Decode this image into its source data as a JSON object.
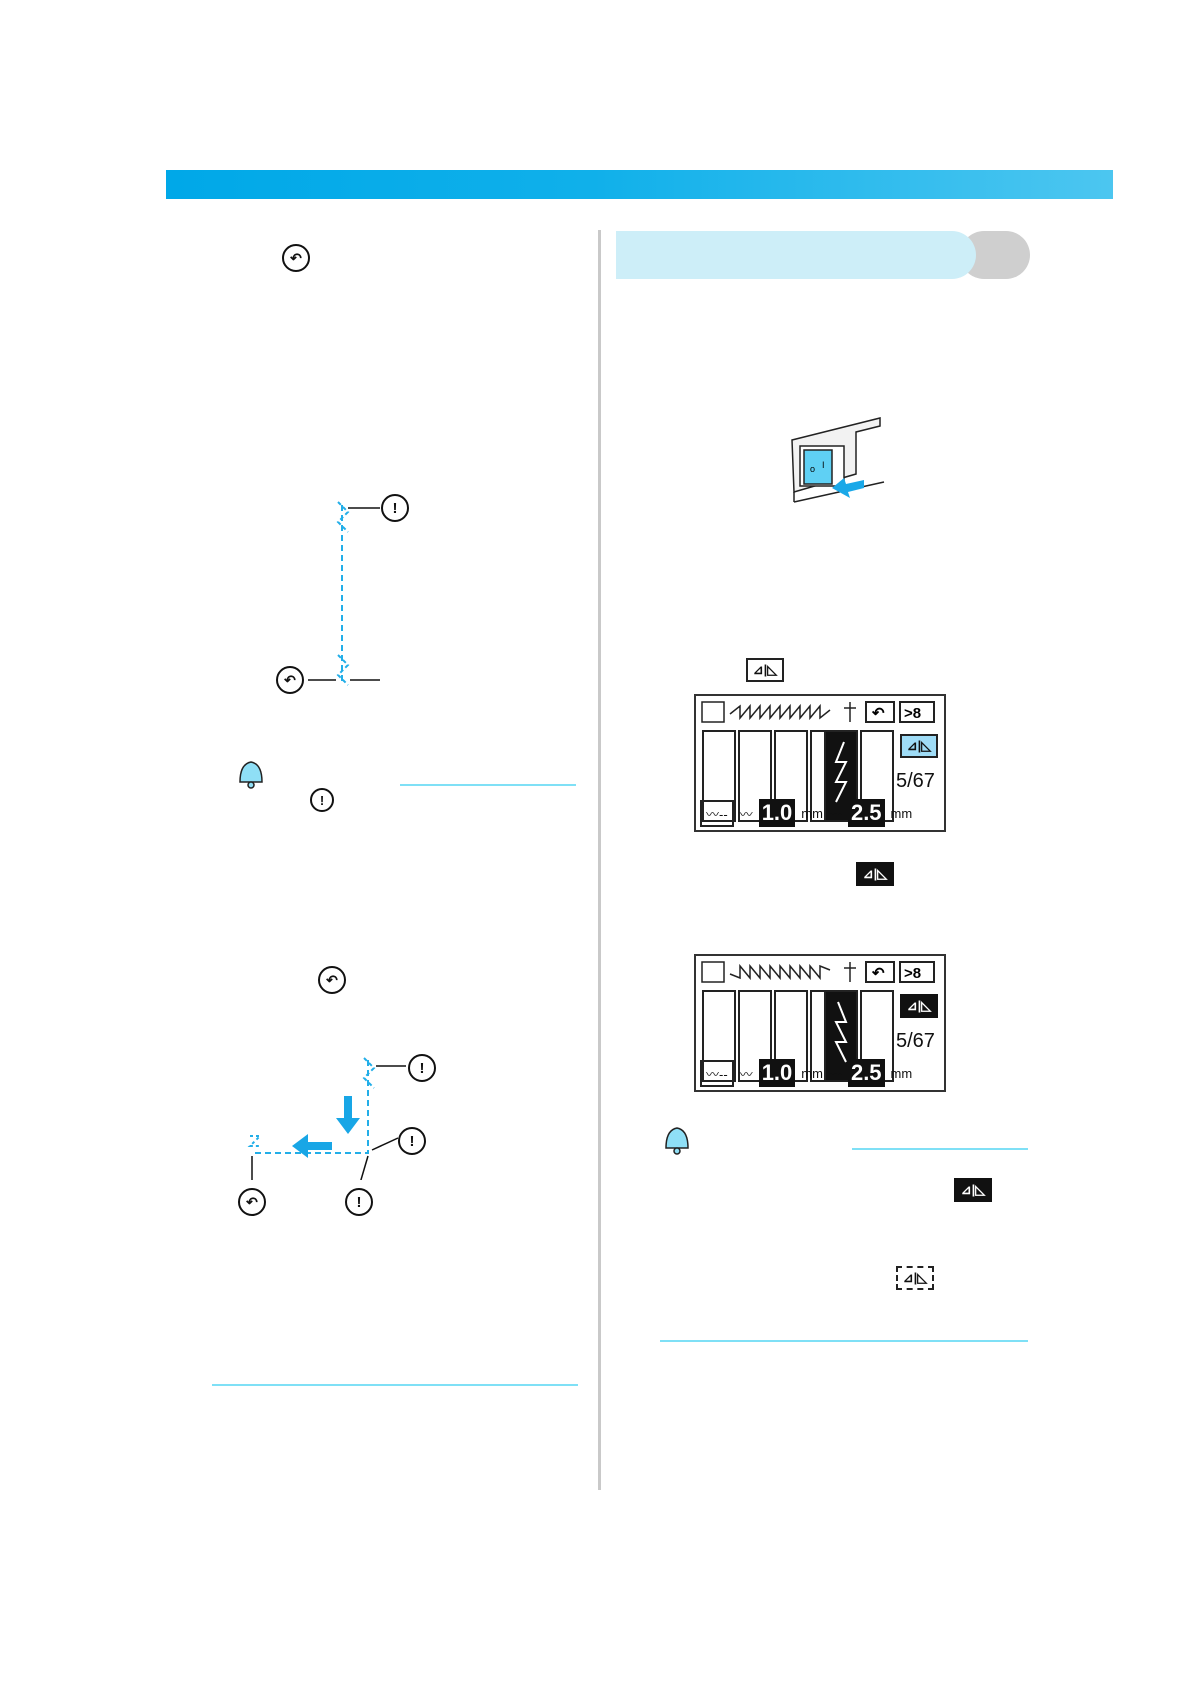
{
  "icons": {
    "reverse": "reverse-stitch-icon",
    "reinforce": "reinforcement-stitch-icon",
    "memo": "memo-bell-icon",
    "mirror": "mirror-image-icon"
  },
  "lcd_screens": [
    {
      "counter": "5/67",
      "width_value": "1.0",
      "length_value": "2.5",
      "unit": "mm",
      "mirror_active": false
    },
    {
      "counter": "5/67",
      "width_value": "1.0",
      "length_value": "2.5",
      "unit": "mm",
      "mirror_active": true
    }
  ],
  "colors": {
    "banner": "#00a8e8",
    "accent_light": "#cdeef8",
    "stitch_line": "#22aee8"
  }
}
